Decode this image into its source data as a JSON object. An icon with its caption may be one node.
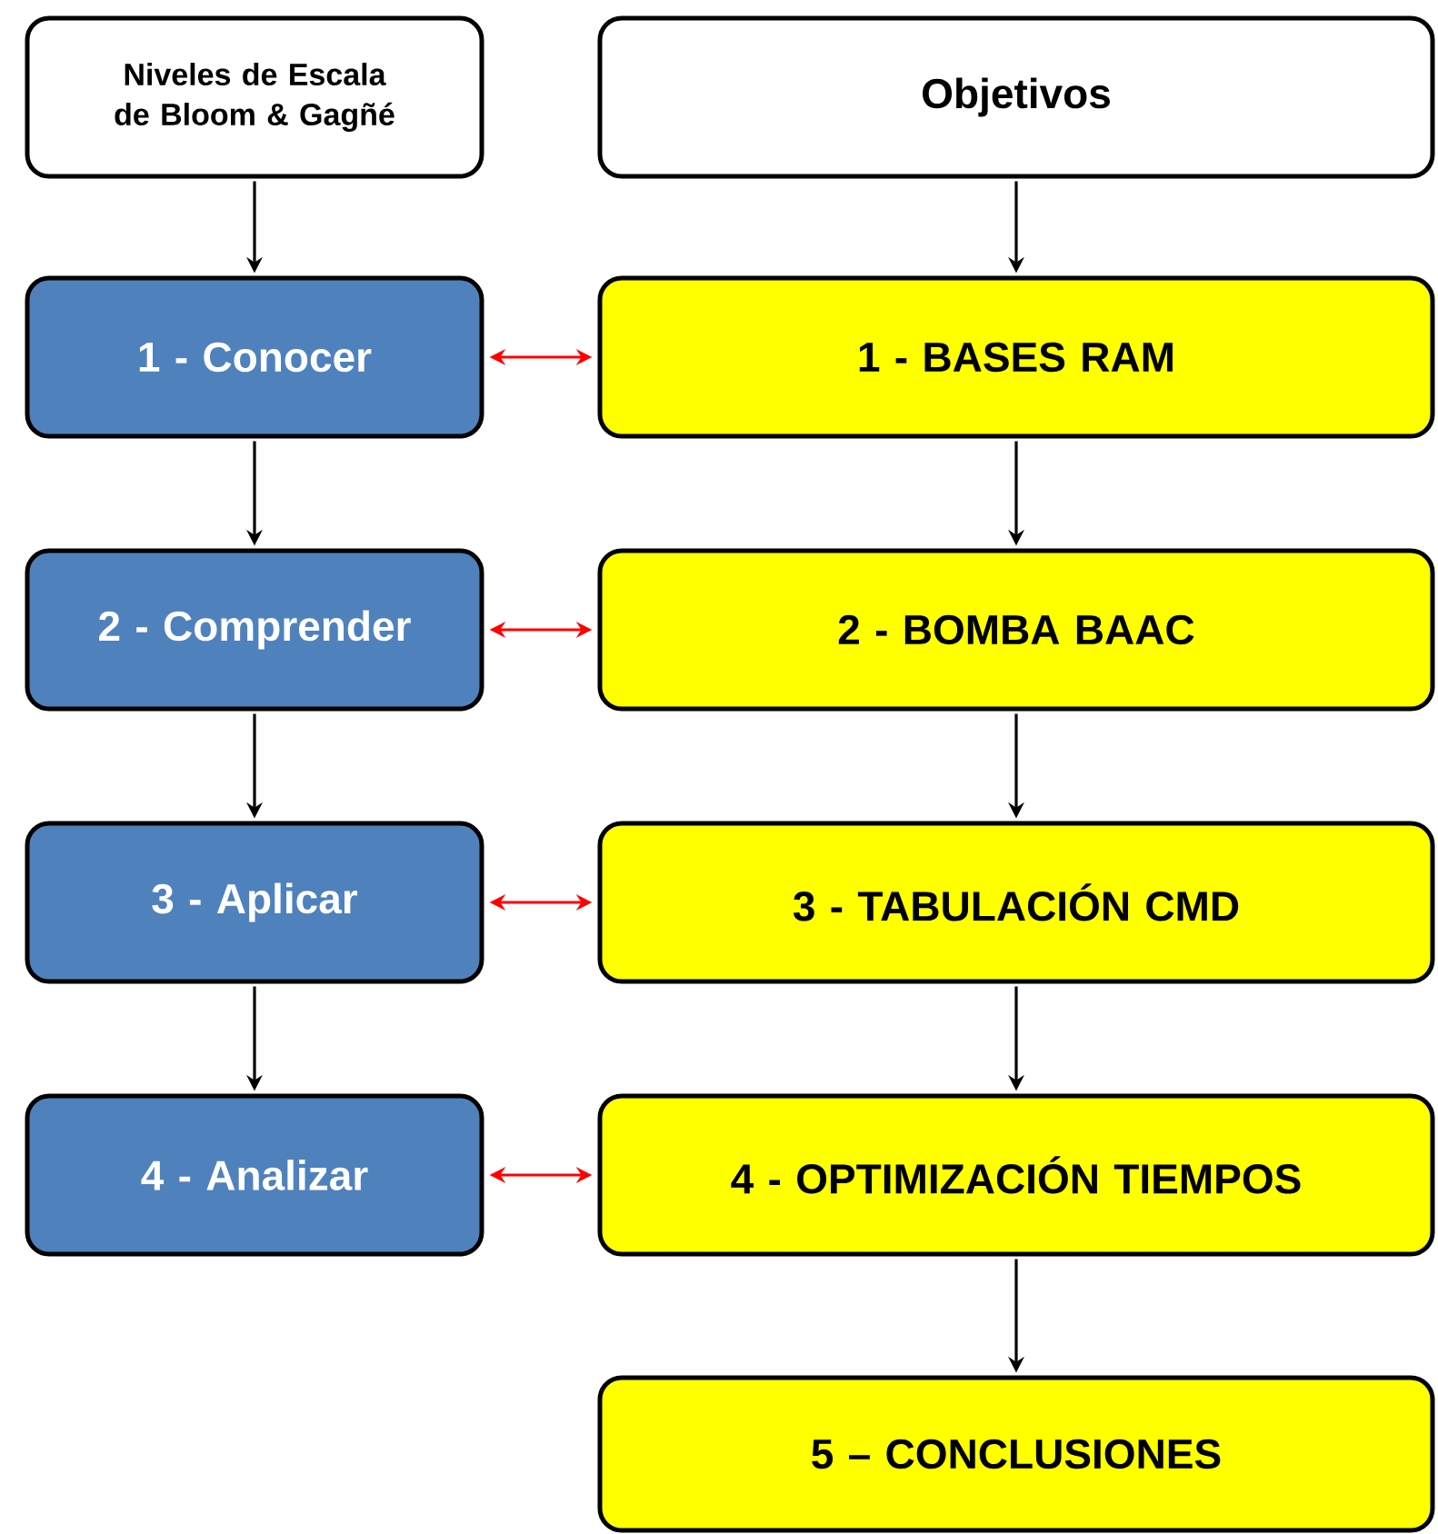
{
  "diagram": {
    "nodes": [
      {
        "text": [
          "Niveles de Escala de Bloom & Gagñé"
        ]
      },
      {
        "text": [
          "Objetivos"
        ]
      },
      {
        "text": [
          "1 - Conocer"
        ]
      },
      {
        "text": [
          "1 - BASES RAM"
        ]
      },
      {
        "text": [
          "2 - Comprender"
        ]
      },
      {
        "text": [
          "2 - BOMBA BAAC"
        ]
      },
      {
        "text": [
          "3 - Aplicar"
        ]
      },
      {
        "text": [
          "3 - TABULACIÓN CMD"
        ]
      },
      {
        "text": [
          "4 - Analizar"
        ]
      },
      {
        "text": [
          "4 - OPTIMIZACIÓN TIEMPOS"
        ]
      },
      {
        "text": [
          "5 – CONCLUSIONES"
        ]
      }
    ],
    "edges": [
      {
        "from": 0,
        "to": 2,
        "arrow": "to"
      },
      {
        "from": 1,
        "to": 3,
        "arrow": "to"
      },
      {
        "from": 2,
        "to": 3,
        "arrow": "both",
        "color": "#ff0000"
      },
      {
        "from": 2,
        "to": 4,
        "arrow": "to"
      },
      {
        "from": 3,
        "to": 5,
        "arrow": "to"
      },
      {
        "from": 4,
        "to": 5,
        "arrow": "both",
        "color": "#ff0000"
      },
      {
        "from": 4,
        "to": 6,
        "arrow": "to"
      },
      {
        "from": 5,
        "to": 7,
        "arrow": "to"
      },
      {
        "from": 6,
        "to": 7,
        "arrow": "both",
        "color": "#ff0000"
      },
      {
        "from": 6,
        "to": 8,
        "arrow": "to"
      },
      {
        "from": 7,
        "to": 9,
        "arrow": "to"
      },
      {
        "from": 8,
        "to": 9,
        "arrow": "both",
        "color": "#ff0000"
      },
      {
        "from": 9,
        "to": 10,
        "arrow": "to"
      }
    ]
  }
}
